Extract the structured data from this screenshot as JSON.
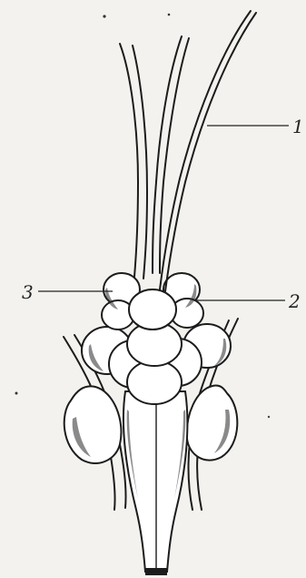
{
  "labels": {
    "label_1": "1",
    "label_2": "2",
    "label_3": "3"
  },
  "colors": {
    "paper": "#f3f2ee",
    "ink": "#1c1c1c"
  }
}
